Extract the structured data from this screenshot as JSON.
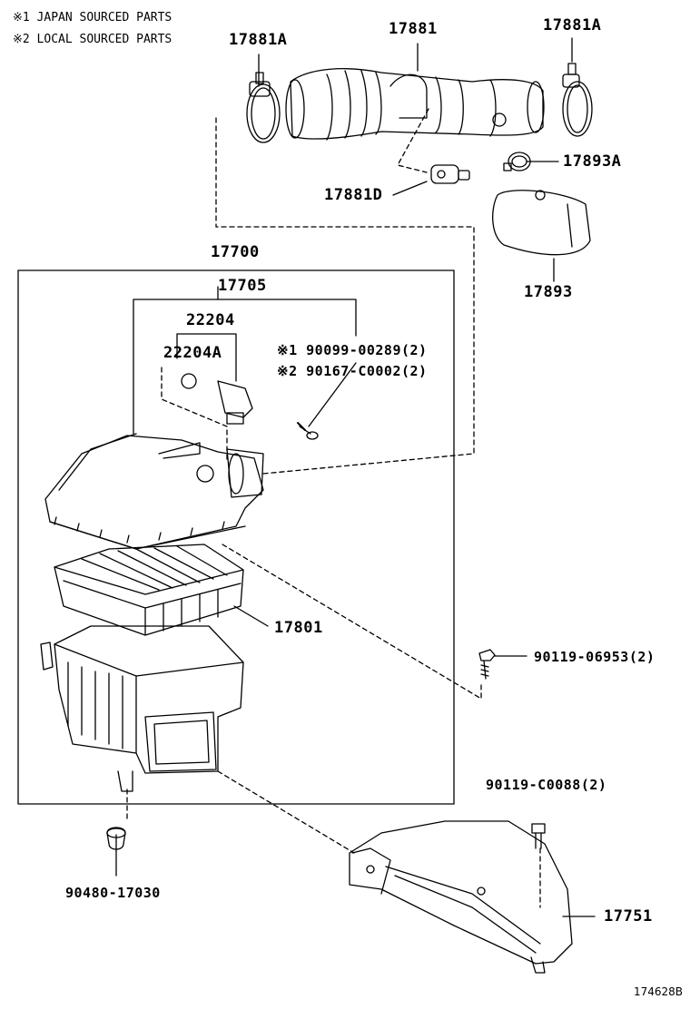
{
  "notes": [
    "※1 JAPAN SOURCED PARTS",
    "※2 LOCAL SOURCED PARTS"
  ],
  "labels": {
    "p17881A_left": "17881A",
    "p17881": "17881",
    "p17881A_right": "17881A",
    "p17893A": "17893A",
    "p17881D": "17881D",
    "p17893": "17893",
    "p17700": "17700",
    "p17705": "17705",
    "p22204": "22204",
    "p22204A": "22204A",
    "p90099": "※1 90099-00289(2)",
    "p90167": "※2 90167-C0002(2)",
    "p17801": "17801",
    "p90119_06953": "90119-06953(2)",
    "p90119_C0088": "90119-C0088(2)",
    "p90480": "90480-17030",
    "p17751": "17751"
  },
  "diagram_ref": "174628B"
}
